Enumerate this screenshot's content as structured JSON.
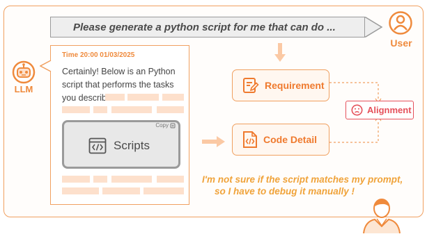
{
  "prompt": {
    "text": "Please generate a python script for me that can do ..."
  },
  "user": {
    "label": "User",
    "icon": "user-icon"
  },
  "llm": {
    "label": "LLM",
    "icon": "robot-icon"
  },
  "response": {
    "time": "Time  20:00  01/03/2025",
    "text": "Certainly! Below is an Python script that performs the tasks you described.",
    "copy_label": "Copy",
    "scripts_label": "Scripts"
  },
  "requirement": {
    "label": "Requirement",
    "icon": "document-edit-icon"
  },
  "code_detail": {
    "label": "Code Detail",
    "icon": "code-file-icon"
  },
  "alignment": {
    "label": "Alignment",
    "icon": "sad-face-icon"
  },
  "note": {
    "line1": "I'm not sure if the script matches my prompt,",
    "line2": "so I have to debug it manually !"
  },
  "colors": {
    "accent": "#ef8a3c",
    "border": "#f0a060",
    "placeholder": "#fde0cc",
    "alert": "#e5505a",
    "note": "#f0a33a"
  }
}
